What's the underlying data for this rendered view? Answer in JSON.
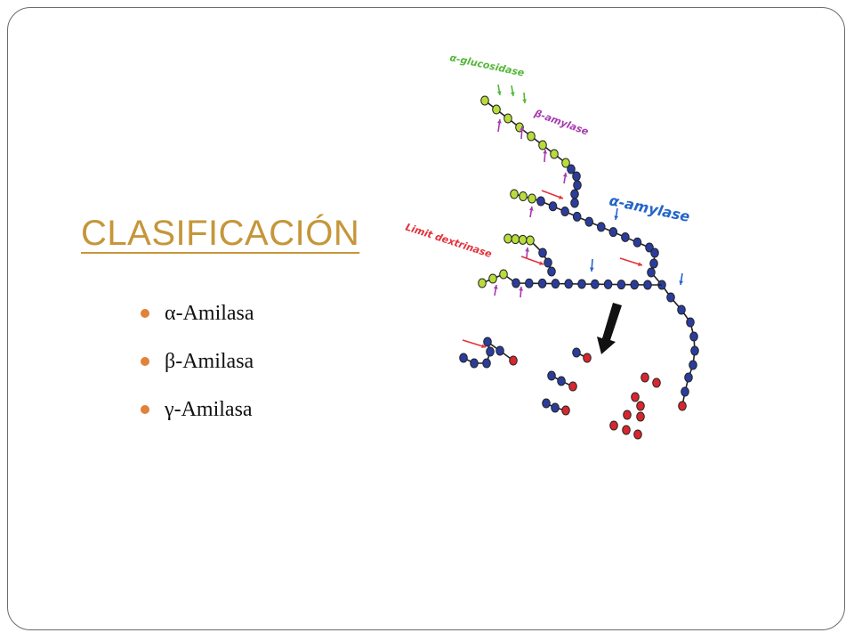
{
  "slide": {
    "title": "CLASIFICACIÓN",
    "bullets": [
      {
        "label": "α-Amilasa"
      },
      {
        "label": "β-Amilasa"
      },
      {
        "label": "γ-Amilasa"
      }
    ]
  },
  "diagram": {
    "labels": {
      "alpha_glucosidase": "α-glucosidase",
      "beta_amylase": "β-amylase",
      "alpha_amylase": "α-amylase",
      "limit_dextrinase": "Limit dextrinase"
    },
    "colors": {
      "title": "#c5963a",
      "bullet": "#e0813c",
      "glucose_blue": "#2b3d9c",
      "glucose_green": "#b8dc3a",
      "glucose_red": "#d9262e",
      "alpha_glucosidase_text": "#55b83a",
      "beta_amylase_text": "#a63bb0",
      "alpha_amylase_text": "#2466c9",
      "limit_dextrinase_text": "#e3323a"
    }
  }
}
